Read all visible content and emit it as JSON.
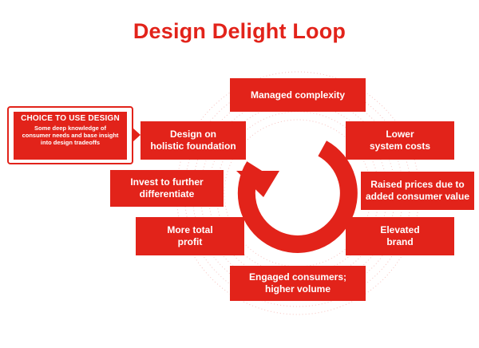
{
  "title": "Design Delight Loop",
  "colors": {
    "accent": "#e2231a",
    "background": "#ffffff"
  },
  "callout": {
    "heading": "CHOICE TO USE DESIGN",
    "body": "Some deep knowledge of\nconsumer needs and base insight\ninto design tradeoffs"
  },
  "steps": [
    {
      "id": "managed-complexity",
      "label": "Managed complexity"
    },
    {
      "id": "lower-system-costs",
      "label": "Lower\nsystem costs"
    },
    {
      "id": "raised-prices",
      "label": "Raised prices due to\nadded consumer value"
    },
    {
      "id": "elevated-brand",
      "label": "Elevated\nbrand"
    },
    {
      "id": "engaged-consumers",
      "label": "Engaged consumers;\nhigher volume"
    },
    {
      "id": "more-total-profit",
      "label": "More total\nprofit"
    },
    {
      "id": "invest-to-differentiate",
      "label": "Invest to further\ndifferentiate"
    },
    {
      "id": "design-on-foundation",
      "label": "Design on\nholistic foundation"
    }
  ],
  "center_icon": "cycle-arrow-icon"
}
